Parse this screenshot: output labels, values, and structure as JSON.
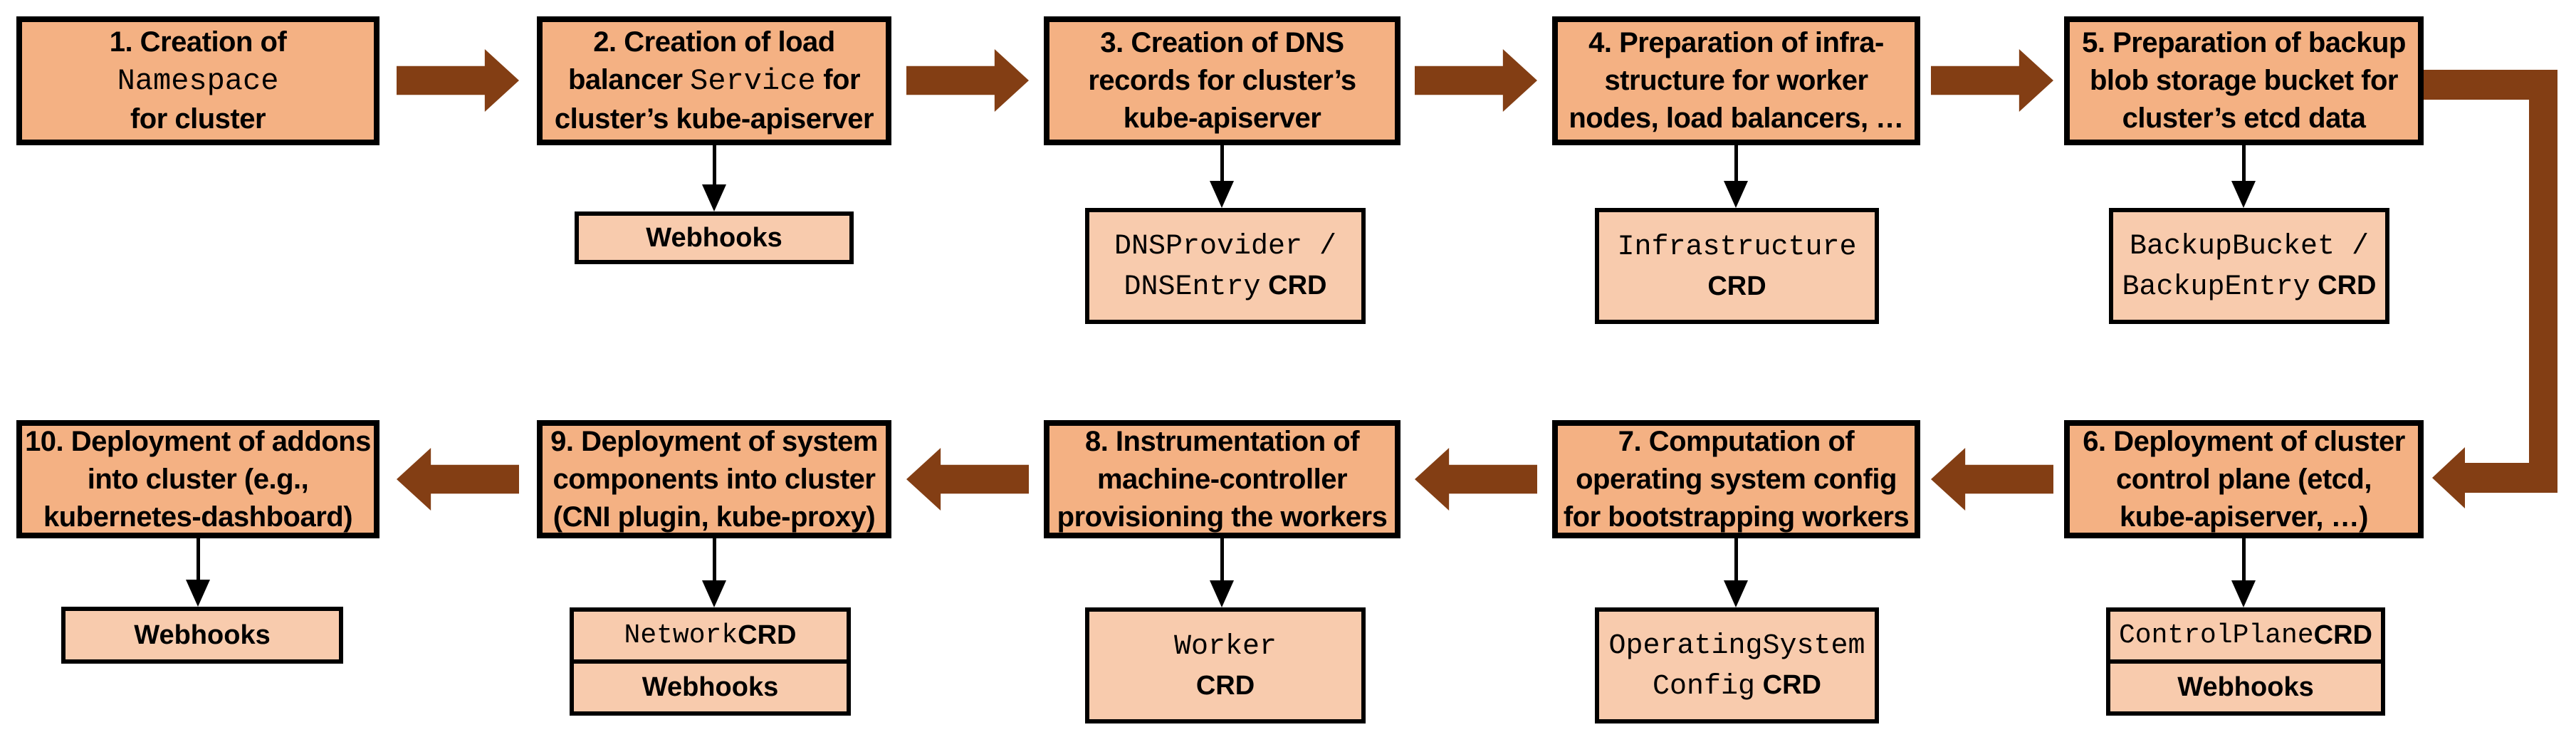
{
  "diagram": {
    "kind": "flowchart",
    "colors": {
      "step_box_fill": "#F4B183",
      "sub_box_fill": "#F8CBAD",
      "flow_arrow": "#833E14",
      "outline": "#000000",
      "thin_connector": "#000000",
      "background": "#FFFFFF"
    }
  },
  "steps": [
    {
      "id": 1,
      "lines": [
        [
          {
            "t": "1. Creation of"
          }
        ],
        [
          {
            "t": "Namespace",
            "mono": true
          }
        ],
        [
          {
            "t": "for cluster"
          }
        ]
      ],
      "sub": null
    },
    {
      "id": 2,
      "lines": [
        [
          {
            "t": "2. Creation of load"
          }
        ],
        [
          {
            "t": "balancer "
          },
          {
            "t": "Service",
            "mono": true
          },
          {
            "t": " for"
          }
        ],
        [
          {
            "t": "cluster’s kube-apiserver"
          }
        ]
      ],
      "sub": {
        "cells": [
          {
            "lines": [
              [
                {
                  "t": "Webhooks"
                }
              ]
            ]
          }
        ]
      }
    },
    {
      "id": 3,
      "lines": [
        [
          {
            "t": "3. Creation of DNS"
          }
        ],
        [
          {
            "t": "records for cluster’s"
          }
        ],
        [
          {
            "t": "kube-apiserver"
          }
        ]
      ],
      "sub": {
        "cells": [
          {
            "lines": [
              [
                {
                  "t": "DNSProvider /",
                  "mono": true
                }
              ],
              [
                {
                  "t": "DNSEntry",
                  "mono": true
                },
                {
                  "t": " CRD"
                }
              ]
            ]
          }
        ]
      }
    },
    {
      "id": 4,
      "lines": [
        [
          {
            "t": "4. Preparation of infra-"
          }
        ],
        [
          {
            "t": "structure for worker"
          }
        ],
        [
          {
            "t": "nodes, load balancers, …"
          }
        ]
      ],
      "sub": {
        "cells": [
          {
            "lines": [
              [
                {
                  "t": "Infrastructure",
                  "mono": true
                }
              ],
              [
                {
                  "t": "CRD"
                }
              ]
            ]
          }
        ]
      }
    },
    {
      "id": 5,
      "lines": [
        [
          {
            "t": "5. Preparation of backup"
          }
        ],
        [
          {
            "t": "blob storage bucket for"
          }
        ],
        [
          {
            "t": "cluster’s etcd data"
          }
        ]
      ],
      "sub": {
        "cells": [
          {
            "lines": [
              [
                {
                  "t": "BackupBucket /",
                  "mono": true
                }
              ],
              [
                {
                  "t": "BackupEntry",
                  "mono": true
                },
                {
                  "t": " CRD"
                }
              ]
            ]
          }
        ]
      }
    },
    {
      "id": 6,
      "lines": [
        [
          {
            "t": "6. Deployment of cluster"
          }
        ],
        [
          {
            "t": "control plane (etcd,"
          }
        ],
        [
          {
            "t": "kube-apiserver, …)"
          }
        ]
      ],
      "sub": {
        "cells": [
          {
            "lines": [
              [
                {
                  "t": "ControlPlane",
                  "mono": true
                },
                {
                  "t": " CRD"
                }
              ]
            ]
          },
          {
            "lines": [
              [
                {
                  "t": "Webhooks"
                }
              ]
            ]
          }
        ]
      }
    },
    {
      "id": 7,
      "lines": [
        [
          {
            "t": "7. Computation of"
          }
        ],
        [
          {
            "t": "operating system config"
          }
        ],
        [
          {
            "t": "for bootstrapping workers"
          }
        ]
      ],
      "sub": {
        "cells": [
          {
            "lines": [
              [
                {
                  "t": "OperatingSystem",
                  "mono": true
                }
              ],
              [
                {
                  "t": "Config",
                  "mono": true
                },
                {
                  "t": " CRD"
                }
              ]
            ]
          }
        ]
      }
    },
    {
      "id": 8,
      "lines": [
        [
          {
            "t": "8. Instrumentation of"
          }
        ],
        [
          {
            "t": "machine-controller"
          }
        ],
        [
          {
            "t": "provisioning the workers"
          }
        ]
      ],
      "sub": {
        "cells": [
          {
            "lines": [
              [
                {
                  "t": "Worker",
                  "mono": true
                }
              ],
              [
                {
                  "t": "CRD"
                }
              ]
            ]
          }
        ]
      }
    },
    {
      "id": 9,
      "lines": [
        [
          {
            "t": "9. Deployment of system"
          }
        ],
        [
          {
            "t": "components into cluster"
          }
        ],
        [
          {
            "t": "(CNI plugin, kube-proxy)"
          }
        ]
      ],
      "sub": {
        "cells": [
          {
            "lines": [
              [
                {
                  "t": "Network",
                  "mono": true
                },
                {
                  "t": " CRD"
                }
              ]
            ]
          },
          {
            "lines": [
              [
                {
                  "t": "Webhooks"
                }
              ]
            ]
          }
        ]
      }
    },
    {
      "id": 10,
      "lines": [
        [
          {
            "t": "10. Deployment of addons"
          }
        ],
        [
          {
            "t": "into cluster (e.g.,"
          }
        ],
        [
          {
            "t": "kubernetes-dashboard)"
          }
        ]
      ],
      "sub": {
        "cells": [
          {
            "lines": [
              [
                {
                  "t": "Webhooks"
                }
              ]
            ]
          }
        ]
      }
    }
  ]
}
